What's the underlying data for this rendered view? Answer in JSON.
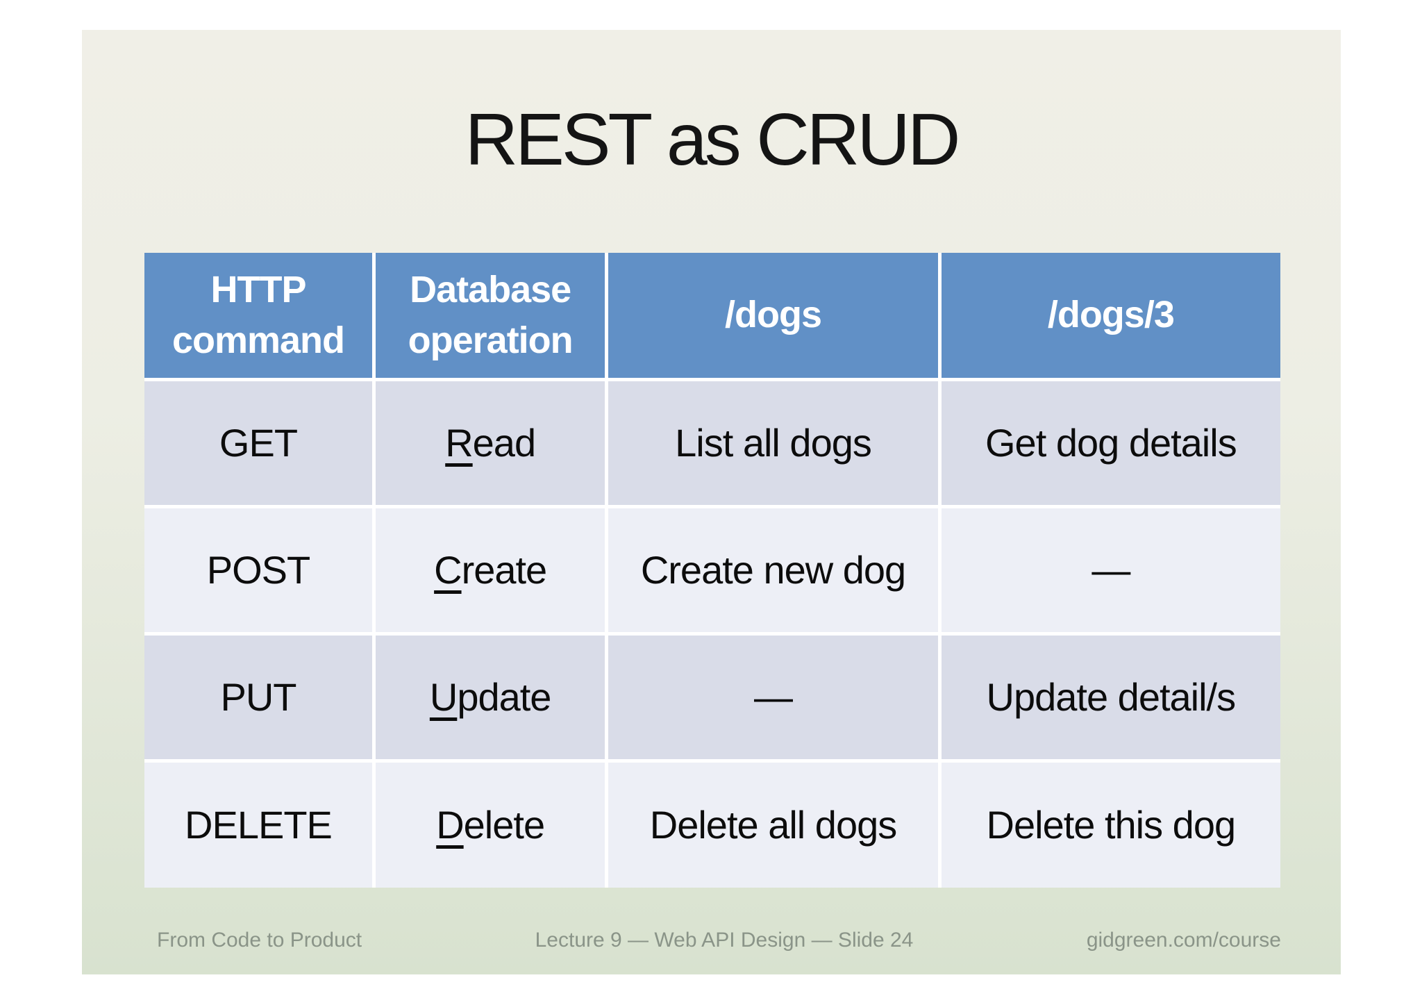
{
  "slide": {
    "title": "REST as CRUD",
    "table": {
      "headers": [
        "HTTP command",
        "Database operation",
        "/dogs",
        "/dogs/3"
      ],
      "rows": [
        {
          "command": "GET",
          "op_first": "R",
          "op_rest": "ead",
          "dogs": "List all dogs",
          "dogs3": "Get dog details"
        },
        {
          "command": "POST",
          "op_first": "C",
          "op_rest": "reate",
          "dogs": "Create new dog",
          "dogs3": "—"
        },
        {
          "command": "PUT",
          "op_first": "U",
          "op_rest": "pdate",
          "dogs": "—",
          "dogs3": "Update detail/s"
        },
        {
          "command": "DELETE",
          "op_first": "D",
          "op_rest": "elete",
          "dogs": "Delete all dogs",
          "dogs3": "Delete this dog"
        }
      ]
    },
    "footer": {
      "left": "From Code to Product",
      "center": "Lecture 9 — Web API Design — Slide 24",
      "right": "gidgreen.com/course"
    },
    "colors": {
      "header_blue": "#6190c6",
      "row_odd": "#d9dce8",
      "row_even": "#edeff6",
      "slide_top": "#f0efe7",
      "slide_bottom": "#d8e2cf",
      "footer_text": "#8a9488",
      "grid_white": "#ffffff"
    }
  }
}
